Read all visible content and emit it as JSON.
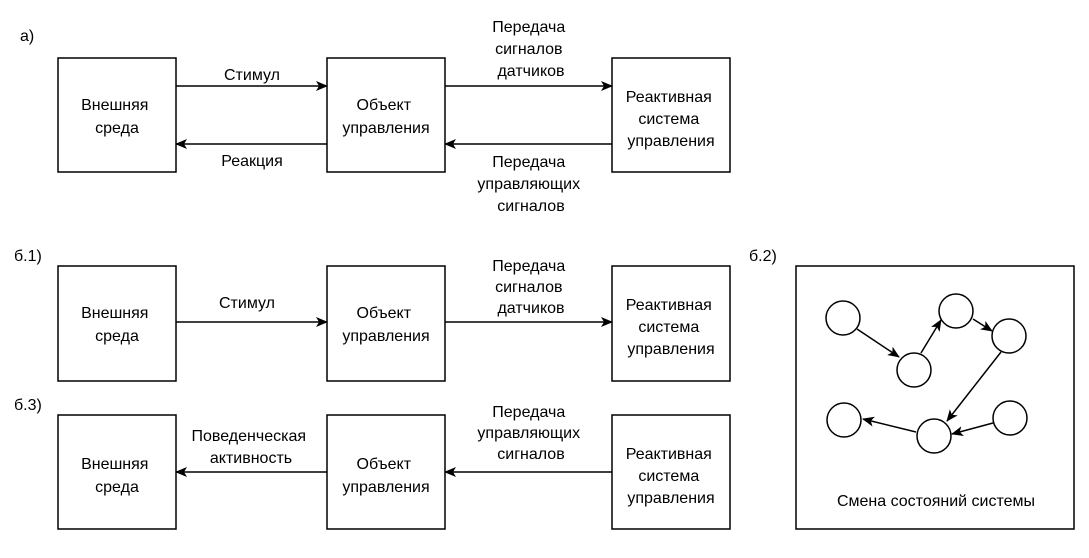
{
  "section_labels": {
    "a": "а)",
    "b1": "б.1)",
    "b2": "б.2)",
    "b3": "б.3)"
  },
  "boxes": {
    "env": [
      "Внешняя",
      "среда"
    ],
    "obj": [
      "Объект",
      "управления"
    ],
    "rcs": [
      "Реактивная",
      "система",
      "управления"
    ]
  },
  "arrows": {
    "stimulus": "Стимул",
    "reaction": "Реакция",
    "sensor_signals": [
      "Передача",
      "сигналов",
      "датчиков"
    ],
    "control_signals": [
      "Передача",
      "управляющих",
      "сигналов"
    ],
    "behavioral_activity": [
      "Поведенческая",
      "активность"
    ]
  },
  "state_panel": {
    "caption": "Смена состояний системы"
  }
}
